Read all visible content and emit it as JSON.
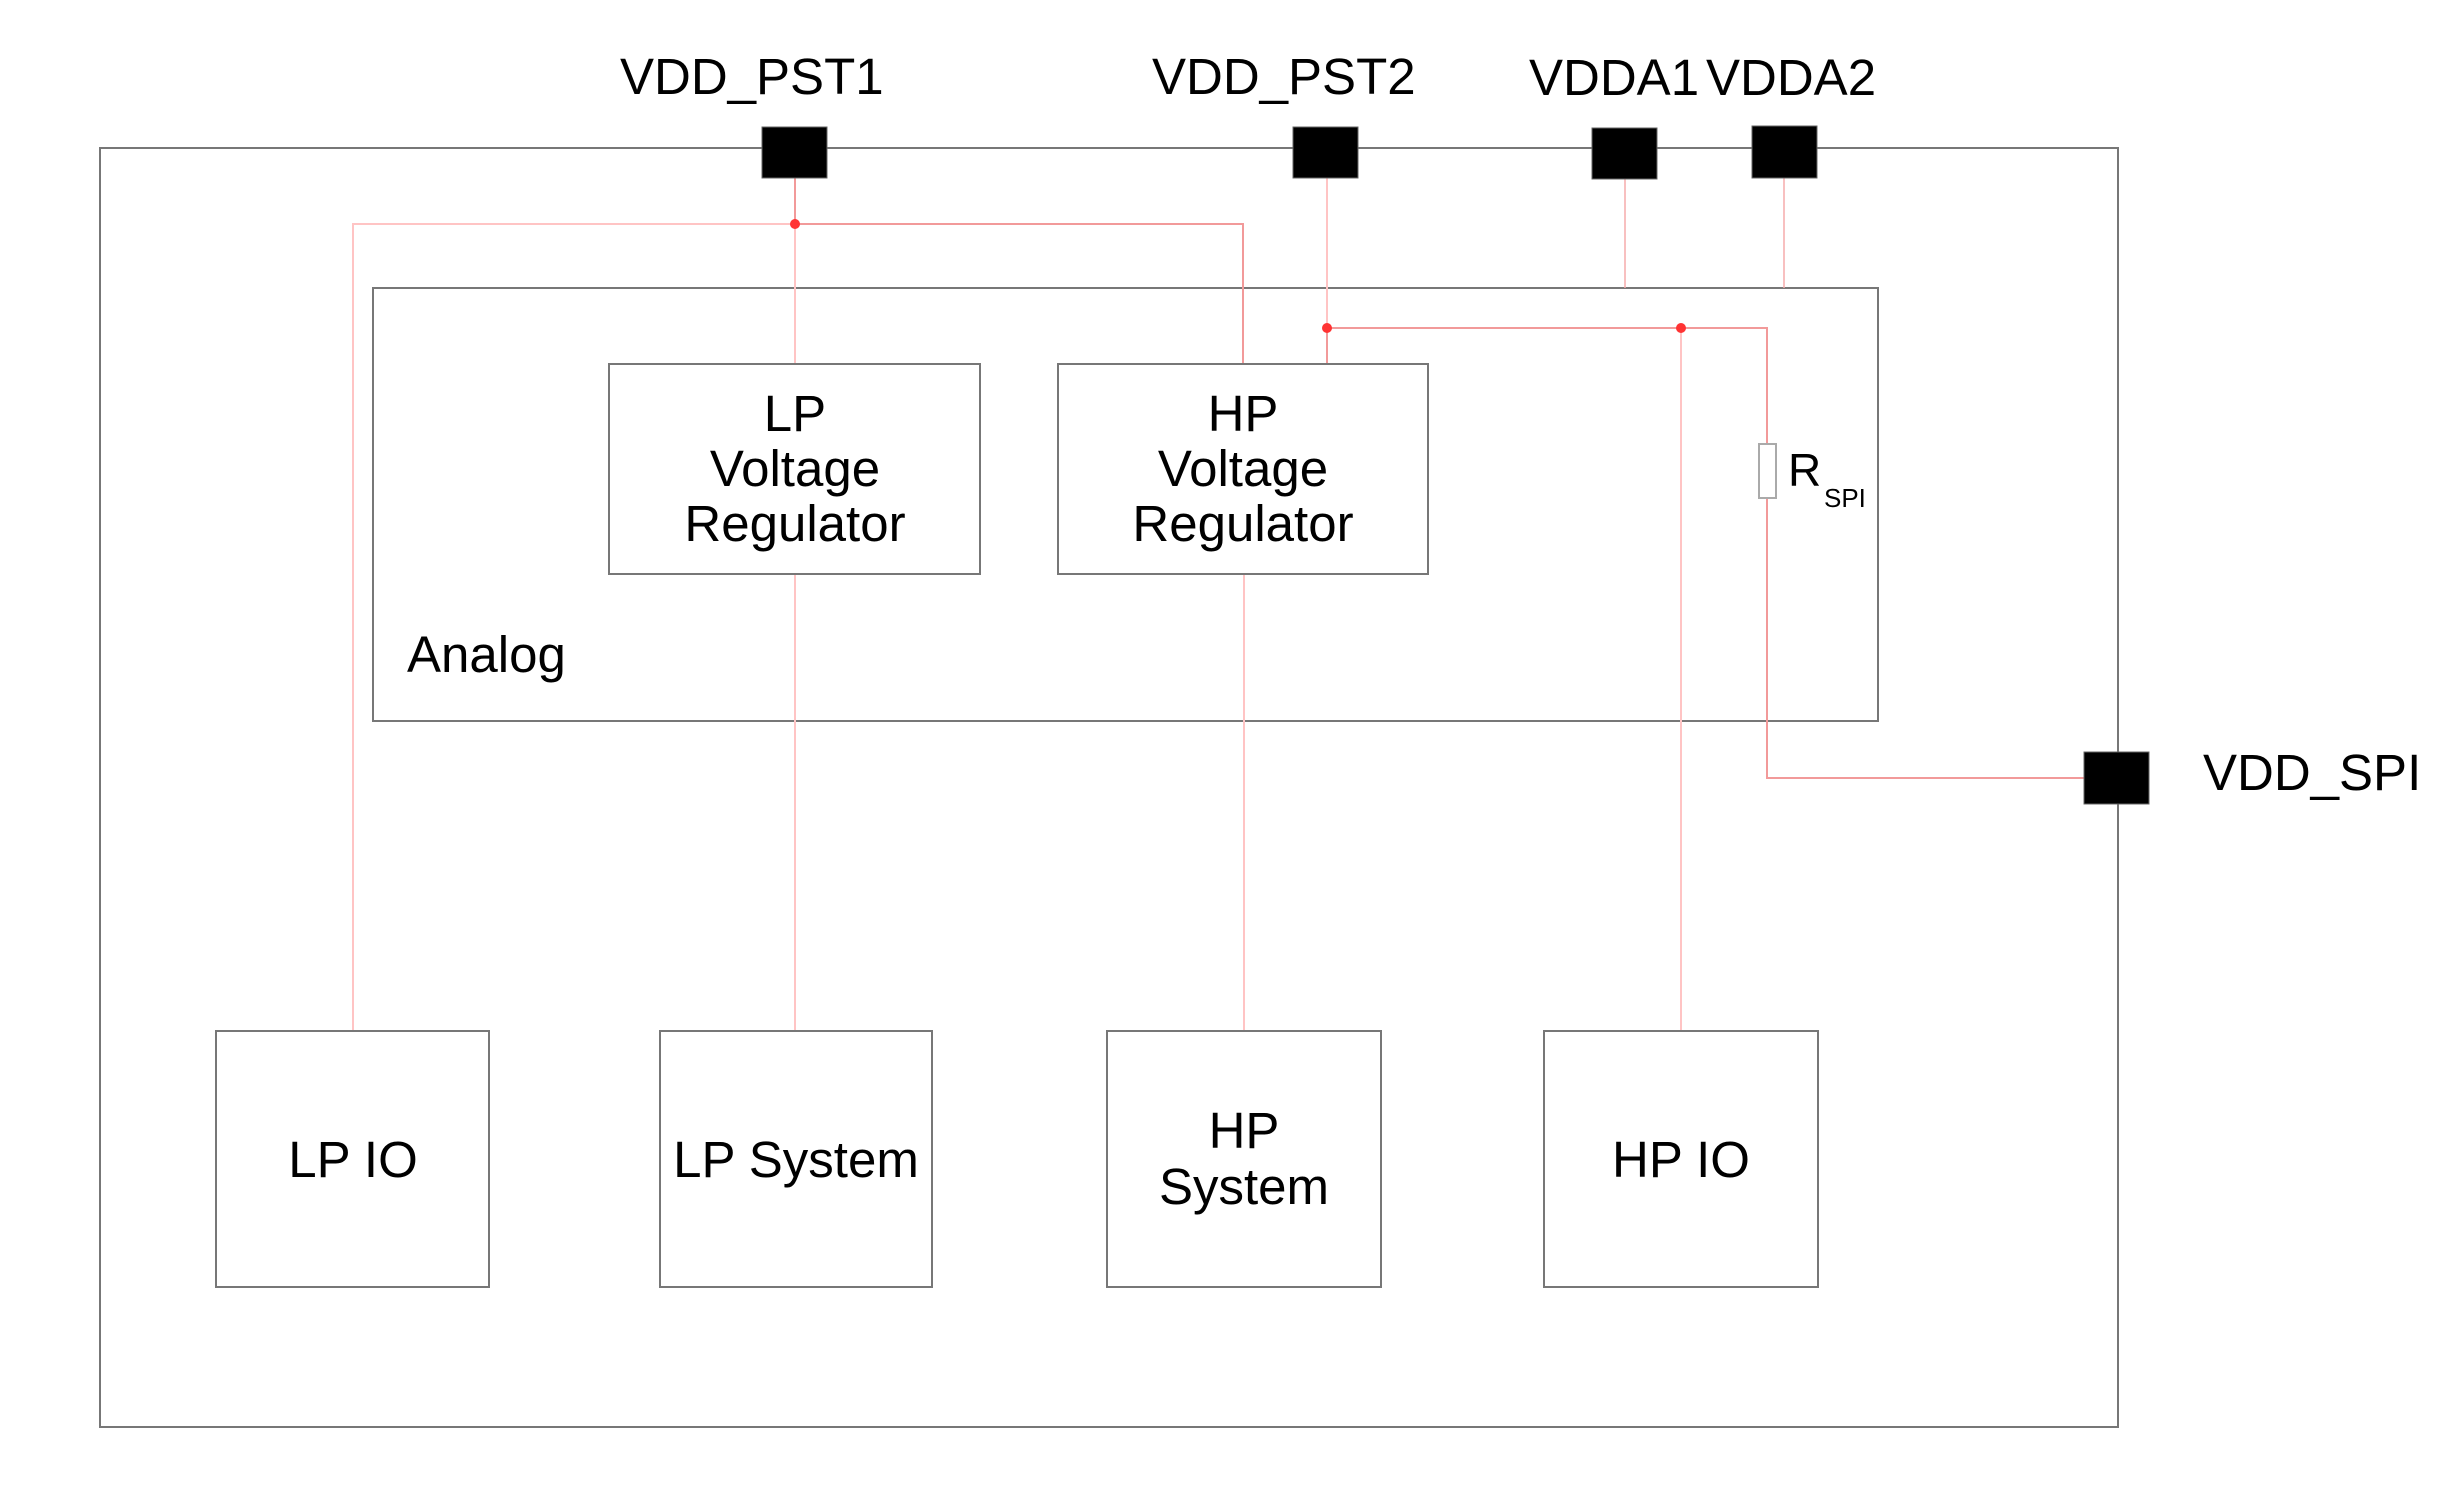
{
  "diagram": {
    "pins": {
      "vdd_pst1": "VDD_PST1",
      "vdd_pst2": "VDD_PST2",
      "vdda1": "VDDA1",
      "vdda2": "VDDA2",
      "vdd_spi": "VDD_SPI"
    },
    "analog_label": "Analog",
    "lp_regulator": [
      "LP",
      "Voltage",
      "Regulator"
    ],
    "hp_regulator": [
      "HP",
      "Voltage",
      "Regulator"
    ],
    "resistor": {
      "main": "R",
      "sub": "SPI"
    },
    "lp_io": "LP IO",
    "lp_system": "LP System",
    "hp_system": [
      "HP",
      "System"
    ],
    "hp_io": "HP IO",
    "colors": {
      "wire": "#f29a9a",
      "junction": "#ff3333",
      "pad": "#000000",
      "border": "#777777"
    }
  }
}
